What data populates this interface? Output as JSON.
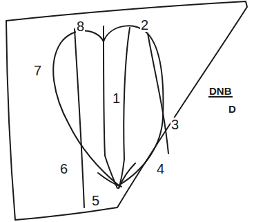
{
  "diagram": {
    "labels": [
      "8",
      "2",
      "7",
      "1",
      "3",
      "6",
      "4",
      "5",
      "DNB",
      "D"
    ]
  }
}
